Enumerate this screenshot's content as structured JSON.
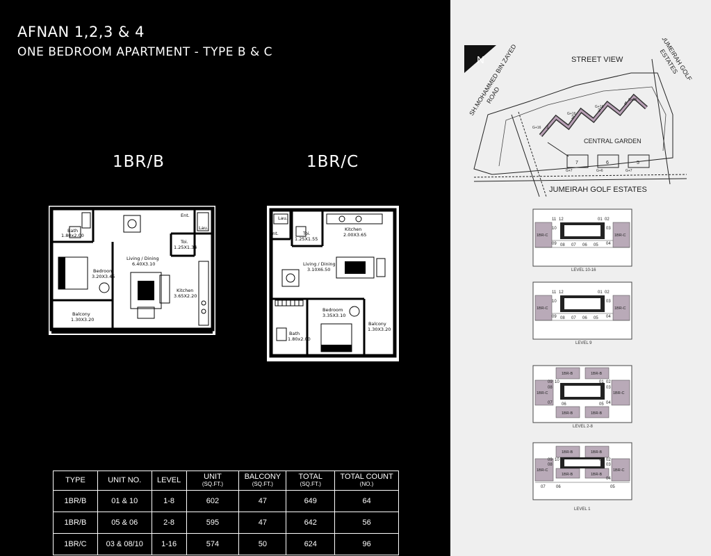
{
  "header": {
    "title": "AFNAN 1,2,3 & 4",
    "subtitle": "ONE BEDROOM APARTMENT - TYPE B & C"
  },
  "plan_b": {
    "label": "1BR/B",
    "rooms": {
      "bath": "Bath",
      "bath_dim": "1.80x2.00",
      "ent": "Ent.",
      "toi": "Toi.",
      "toi_dim": "1.25X1.34",
      "lau": "Lau.",
      "living": "Living / Dining",
      "living_dim": "6.40X3.10",
      "bedroom": "Bedroom",
      "bedroom_dim": "3.20X3.45",
      "kitchen": "Kitchen",
      "kitchen_dim": "3.65X2.20",
      "balcony": "Balcony",
      "balcony_dim": "1.30X3.20"
    }
  },
  "plan_c": {
    "label": "1BR/C",
    "rooms": {
      "lau": "Lau.",
      "ent": "Ent.",
      "toi": "Toi.",
      "toi_dim": "1.25X1.55",
      "kitchen": "Kitchen",
      "kitchen_dim": "2.00X3.65",
      "living": "Living / Dining",
      "living_dim": "3.10X6.50",
      "bedroom": "Bedroom",
      "bedroom_dim": "3.35X3.10",
      "balcony": "Balcony",
      "balcony_dim": "1.30X3.20",
      "bath": "Bath",
      "bath_dim": "1.80x2.00"
    }
  },
  "table": {
    "headers": [
      {
        "main": "TYPE",
        "sub": ""
      },
      {
        "main": "UNIT NO.",
        "sub": ""
      },
      {
        "main": "LEVEL",
        "sub": ""
      },
      {
        "main": "UNIT",
        "sub": "(SQ.FT.)"
      },
      {
        "main": "BALCONY",
        "sub": "(SQ.FT.)"
      },
      {
        "main": "TOTAL",
        "sub": "(SQ.FT.)"
      },
      {
        "main": "TOTAL COUNT",
        "sub": "(NO.)"
      }
    ],
    "rows": [
      [
        "1BR/B",
        "01 & 10",
        "1-8",
        "602",
        "47",
        "649",
        "64"
      ],
      [
        "1BR/B",
        "05 & 06",
        "2-8",
        "595",
        "47",
        "642",
        "56"
      ],
      [
        "1BR/C",
        "03 & 08/10",
        "1-16",
        "574",
        "50",
        "624",
        "96"
      ]
    ]
  },
  "site": {
    "north": "N",
    "road_line1": "SH.MOHAMMED BIN ZAYED",
    "road_line2": "ROAD",
    "street_view": "STREET VIEW",
    "jge_corner_line1": "JUMEIRAH GOLF",
    "jge_corner_line2": "ESTATES",
    "central_garden": "CENTRAL GARDEN",
    "jge_bottom": "JUMEIRAH GOLF ESTATES",
    "blocks": [
      "1",
      "2",
      "3",
      "4",
      "5",
      "6",
      "7"
    ],
    "block_tags": [
      "G+16",
      "G+16",
      "G+16",
      "G+16",
      "G+7",
      "G+6",
      "G+7"
    ]
  },
  "levels": [
    {
      "label": "LEVEL 10-16",
      "units_top": [
        "11",
        "12",
        "01",
        "02"
      ],
      "units_mid": [
        "10",
        "09",
        "04",
        "03"
      ],
      "units_bottom": [
        "08",
        "07",
        "06",
        "05"
      ],
      "tags_side": [
        "1BR-C",
        "1BR-C"
      ],
      "tags_center": []
    },
    {
      "label": "LEVEL 9",
      "units_top": [
        "11",
        "12",
        "01",
        "02"
      ],
      "units_mid": [
        "10",
        "09",
        "04",
        "03"
      ],
      "units_bottom": [
        "08",
        "07",
        "06",
        "05"
      ],
      "tags_side": [
        "1BR-C",
        "1BR-C"
      ],
      "tags_center": []
    },
    {
      "label": "LEVEL 2-8",
      "units_top": [
        "09",
        "10",
        "01",
        "02"
      ],
      "units_mid": [
        "08",
        "07",
        "04",
        "03"
      ],
      "units_bottom": [
        "06",
        "05"
      ],
      "tags_side": [
        "1BR-C",
        "1BR-C"
      ],
      "tags_center": [
        "1BR-B",
        "1BR-B",
        "1BR-B",
        "1BR-B"
      ]
    },
    {
      "label": "LEVEL 1",
      "units_top": [
        "09",
        "10",
        "01",
        "02"
      ],
      "units_mid": [
        "08",
        "03",
        "04"
      ],
      "units_bottom": [
        "07",
        "06",
        "05"
      ],
      "tags_side": [
        "1BR-C",
        "1BR-C"
      ],
      "tags_center": [
        "1BR-B",
        "1BR-B",
        "1BR-B",
        "1BR-B"
      ]
    }
  ]
}
